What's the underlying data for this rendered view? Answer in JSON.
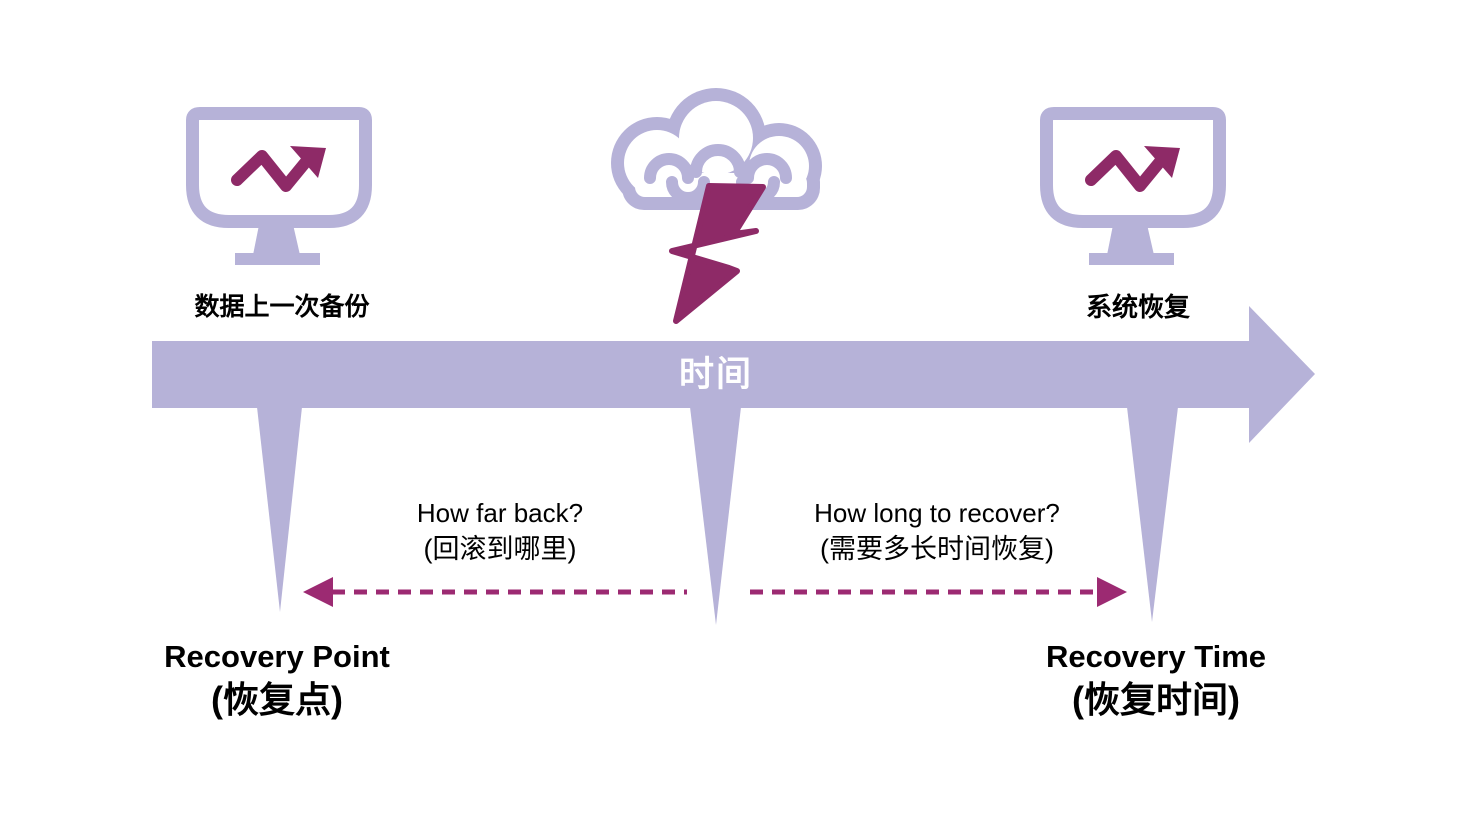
{
  "colors": {
    "background": "#FFFFFF",
    "lavender": "#B6B2D8",
    "magenta": "#8E2A67",
    "dashed_magenta": "#9C2A72",
    "text": "#000000",
    "timeline_label_color": "#FFFFFF"
  },
  "timeline": {
    "label": "时间"
  },
  "events": {
    "last_backup": {
      "label": "数据上一次备份",
      "icon": "monitor-trend-up-icon"
    },
    "disaster": {
      "icon": "cloud-lightning-icon"
    },
    "system_recovery": {
      "label": "系统恢复",
      "icon": "monitor-trend-up-icon"
    }
  },
  "spans": {
    "rpo": {
      "question_en": "How far back?",
      "question_zh": "(回滚到哪里)"
    },
    "rto": {
      "question_en": "How long to recover?",
      "question_zh": "(需要多长时间恢复)"
    }
  },
  "terms": {
    "recovery_point": {
      "en": "Recovery Point",
      "zh": "(恢复点)"
    },
    "recovery_time": {
      "en": "Recovery Time",
      "zh": "(恢复时间)"
    }
  }
}
